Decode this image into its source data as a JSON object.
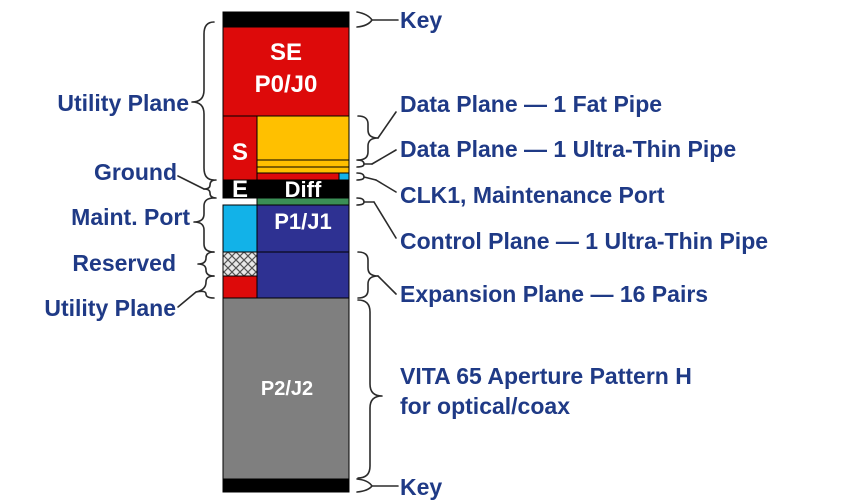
{
  "connector": {
    "se_p0": {
      "line1": "SE",
      "line2": "P0/J0"
    },
    "se_vertical": {
      "s": "S",
      "e": "E"
    },
    "diff": "Diff",
    "p1": "P1/J1",
    "p2": "P2/J2"
  },
  "left_labels": {
    "utility_plane_top": "Utility Plane",
    "ground": "Ground",
    "maint_port": "Maint. Port",
    "reserved": "Reserved",
    "utility_plane_bottom": "Utility Plane"
  },
  "right_labels": {
    "key_top": "Key",
    "data_fat": "Data Plane — 1 Fat Pipe",
    "data_thin": "Data Plane — 1 Ultra-Thin Pipe",
    "clk": "CLK1, Maintenance Port",
    "control": "Control Plane — 1 Ultra-Thin Pipe",
    "expansion": "Expansion Plane — 16 Pairs",
    "vita_line1": "VITA 65 Aperture Pattern H",
    "vita_line2": "for optical/coax",
    "key_bottom": "Key"
  },
  "colors": {
    "red": "#dd0a0a",
    "yellow": "#ffc000",
    "cyan": "#12b2e8",
    "navy": "#2e3192",
    "green": "#3b8f56",
    "gray": "#7f7f7f",
    "black": "#000000",
    "label_blue": "#1f3a86"
  }
}
